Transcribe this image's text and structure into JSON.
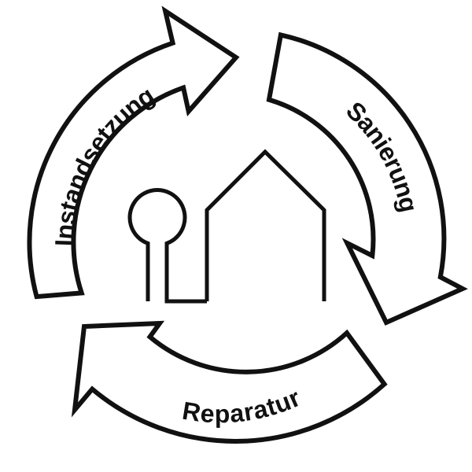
{
  "diagram": {
    "labels": {
      "instandsetzung": "Instandsetzung",
      "sanierung": "Sanierung",
      "reparatur": "Reparatur"
    },
    "colors": {
      "stroke": "#111111",
      "fill": "#ffffff",
      "background": "#ffffff"
    }
  }
}
